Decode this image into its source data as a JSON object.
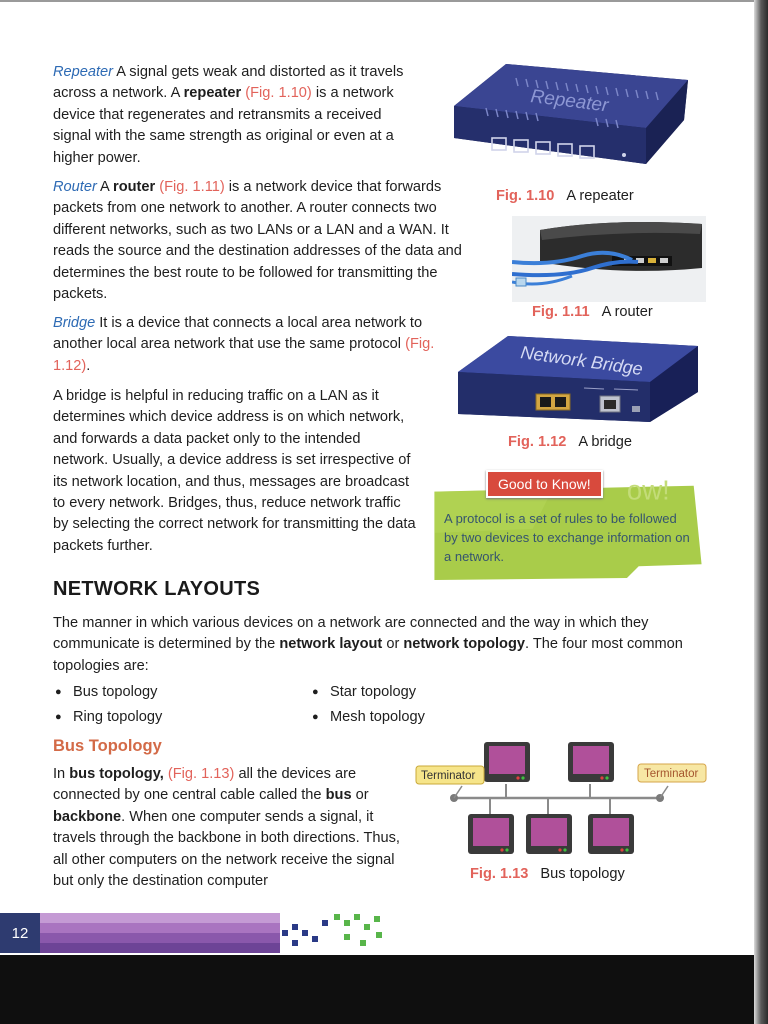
{
  "paragraphs": {
    "repeater": {
      "term": "Repeater",
      "t1": " A signal gets weak and distorted as it travels across a network. A ",
      "bold1": "repeater",
      "t2": " ",
      "ref": "(Fig. 1.10)",
      "t3": " is a network device that regenerates and retransmits a received signal with the same strength as original or even at a higher power."
    },
    "router": {
      "term": "Router",
      "t1": " A ",
      "bold1": "router",
      "t2": " ",
      "ref": "(Fig. 1.11)",
      "t3": " is a network device that forwards packets from one network to another. A router connects two different networks, such as two LANs or a LAN and a WAN. It reads the source and the destination addresses of the data and determines the best route to be followed for transmitting the packets."
    },
    "bridge": {
      "term": "Bridge",
      "t1": " It is a device that connects a local area network to another local area network that use the same protocol ",
      "ref": "(Fig. 1.12)",
      "t2": "."
    },
    "bridge2": "A bridge is helpful in reducing traffic on a LAN as it determines which device address is on which network, and forwards a data packet only to the intended network. Usually, a device address is set irrespective of its network location, and thus, messages are broadcast to every network. Bridges, thus, reduce network traffic by selecting the correct network for transmitting the data packets further.",
    "layouts": {
      "t1": "The manner in which various devices on a network are connected and the way in which they communicate is determined by the ",
      "bold1": "network layout",
      "t2": " or ",
      "bold2": "network topology",
      "t3": ". The four most common topologies are:"
    },
    "bus": {
      "t1": "In ",
      "bold1": "bus topology,",
      "t2": " ",
      "ref": "(Fig. 1.13)",
      "t3": " all the devices are connected by one central cable called the ",
      "bold2": "bus",
      "t4": " or ",
      "bold3": "backbone",
      "t5": ". When one computer sends a signal, it travels through the backbone in both directions. Thus, all other computers on the network receive the signal but only the destination computer"
    }
  },
  "figures": {
    "f110": {
      "num": "Fig. 1.10",
      "caption": "A repeater",
      "device_label": "Repeater"
    },
    "f111": {
      "num": "Fig. 1.11",
      "caption": "A router"
    },
    "f112": {
      "num": "Fig. 1.12",
      "caption": "A bridge",
      "device_label": "Network Bridge"
    },
    "f113": {
      "num": "Fig. 1.13",
      "caption": "Bus topology",
      "terminator_left": "Terminator",
      "terminator_right": "Terminator"
    }
  },
  "good_to_know": {
    "title": "Good to Know!",
    "text": "A protocol is a set of rules to be followed by two devices to exchange information on a network."
  },
  "section_title": "NETWORK LAYOUTS",
  "topologies_left": [
    "Bus topology",
    "Ring topology"
  ],
  "topologies_right": [
    "Star topology",
    "Mesh topology"
  ],
  "subsection_title": "Bus Topology",
  "page_number": "12",
  "colors": {
    "term_blue": "#2d6ab4",
    "ref_red": "#e2635b",
    "subhead_orange": "#d36a47",
    "note_green": "#a9cc4a",
    "device_navy": "#2a3470"
  }
}
